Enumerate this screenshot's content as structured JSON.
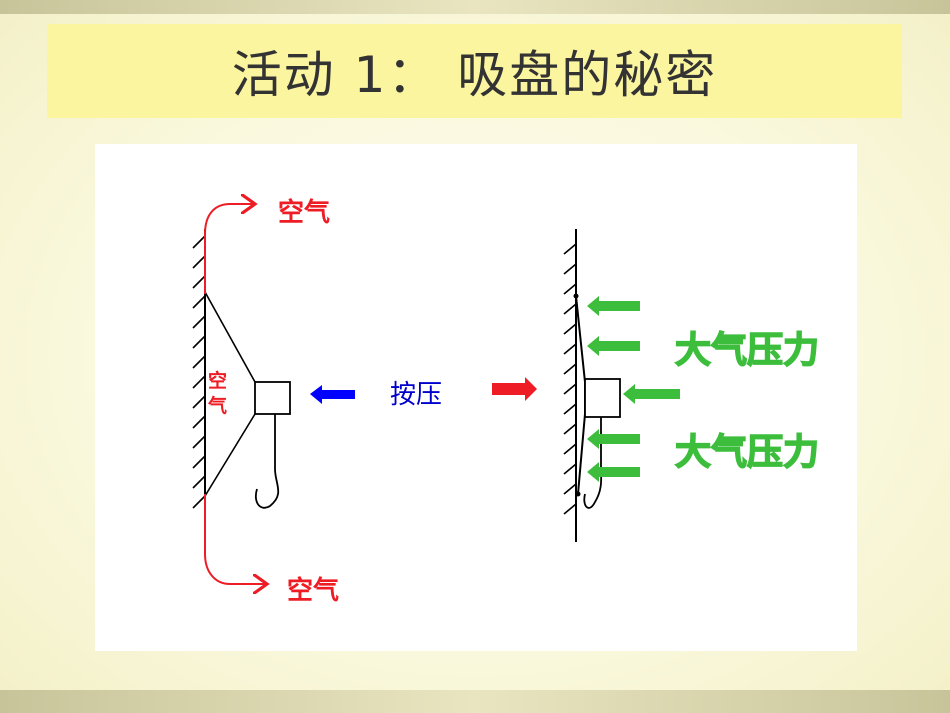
{
  "title": "活动 1： 吸盘的秘密",
  "diagram": {
    "air_label": "空气",
    "press_label": "按压",
    "pressure_label": "大气压力"
  },
  "colors": {
    "air": "#ee1c24",
    "press_arrow": "#0000ff",
    "pressure": "#3cbe3c",
    "title_bg": "#fbf5a0"
  }
}
